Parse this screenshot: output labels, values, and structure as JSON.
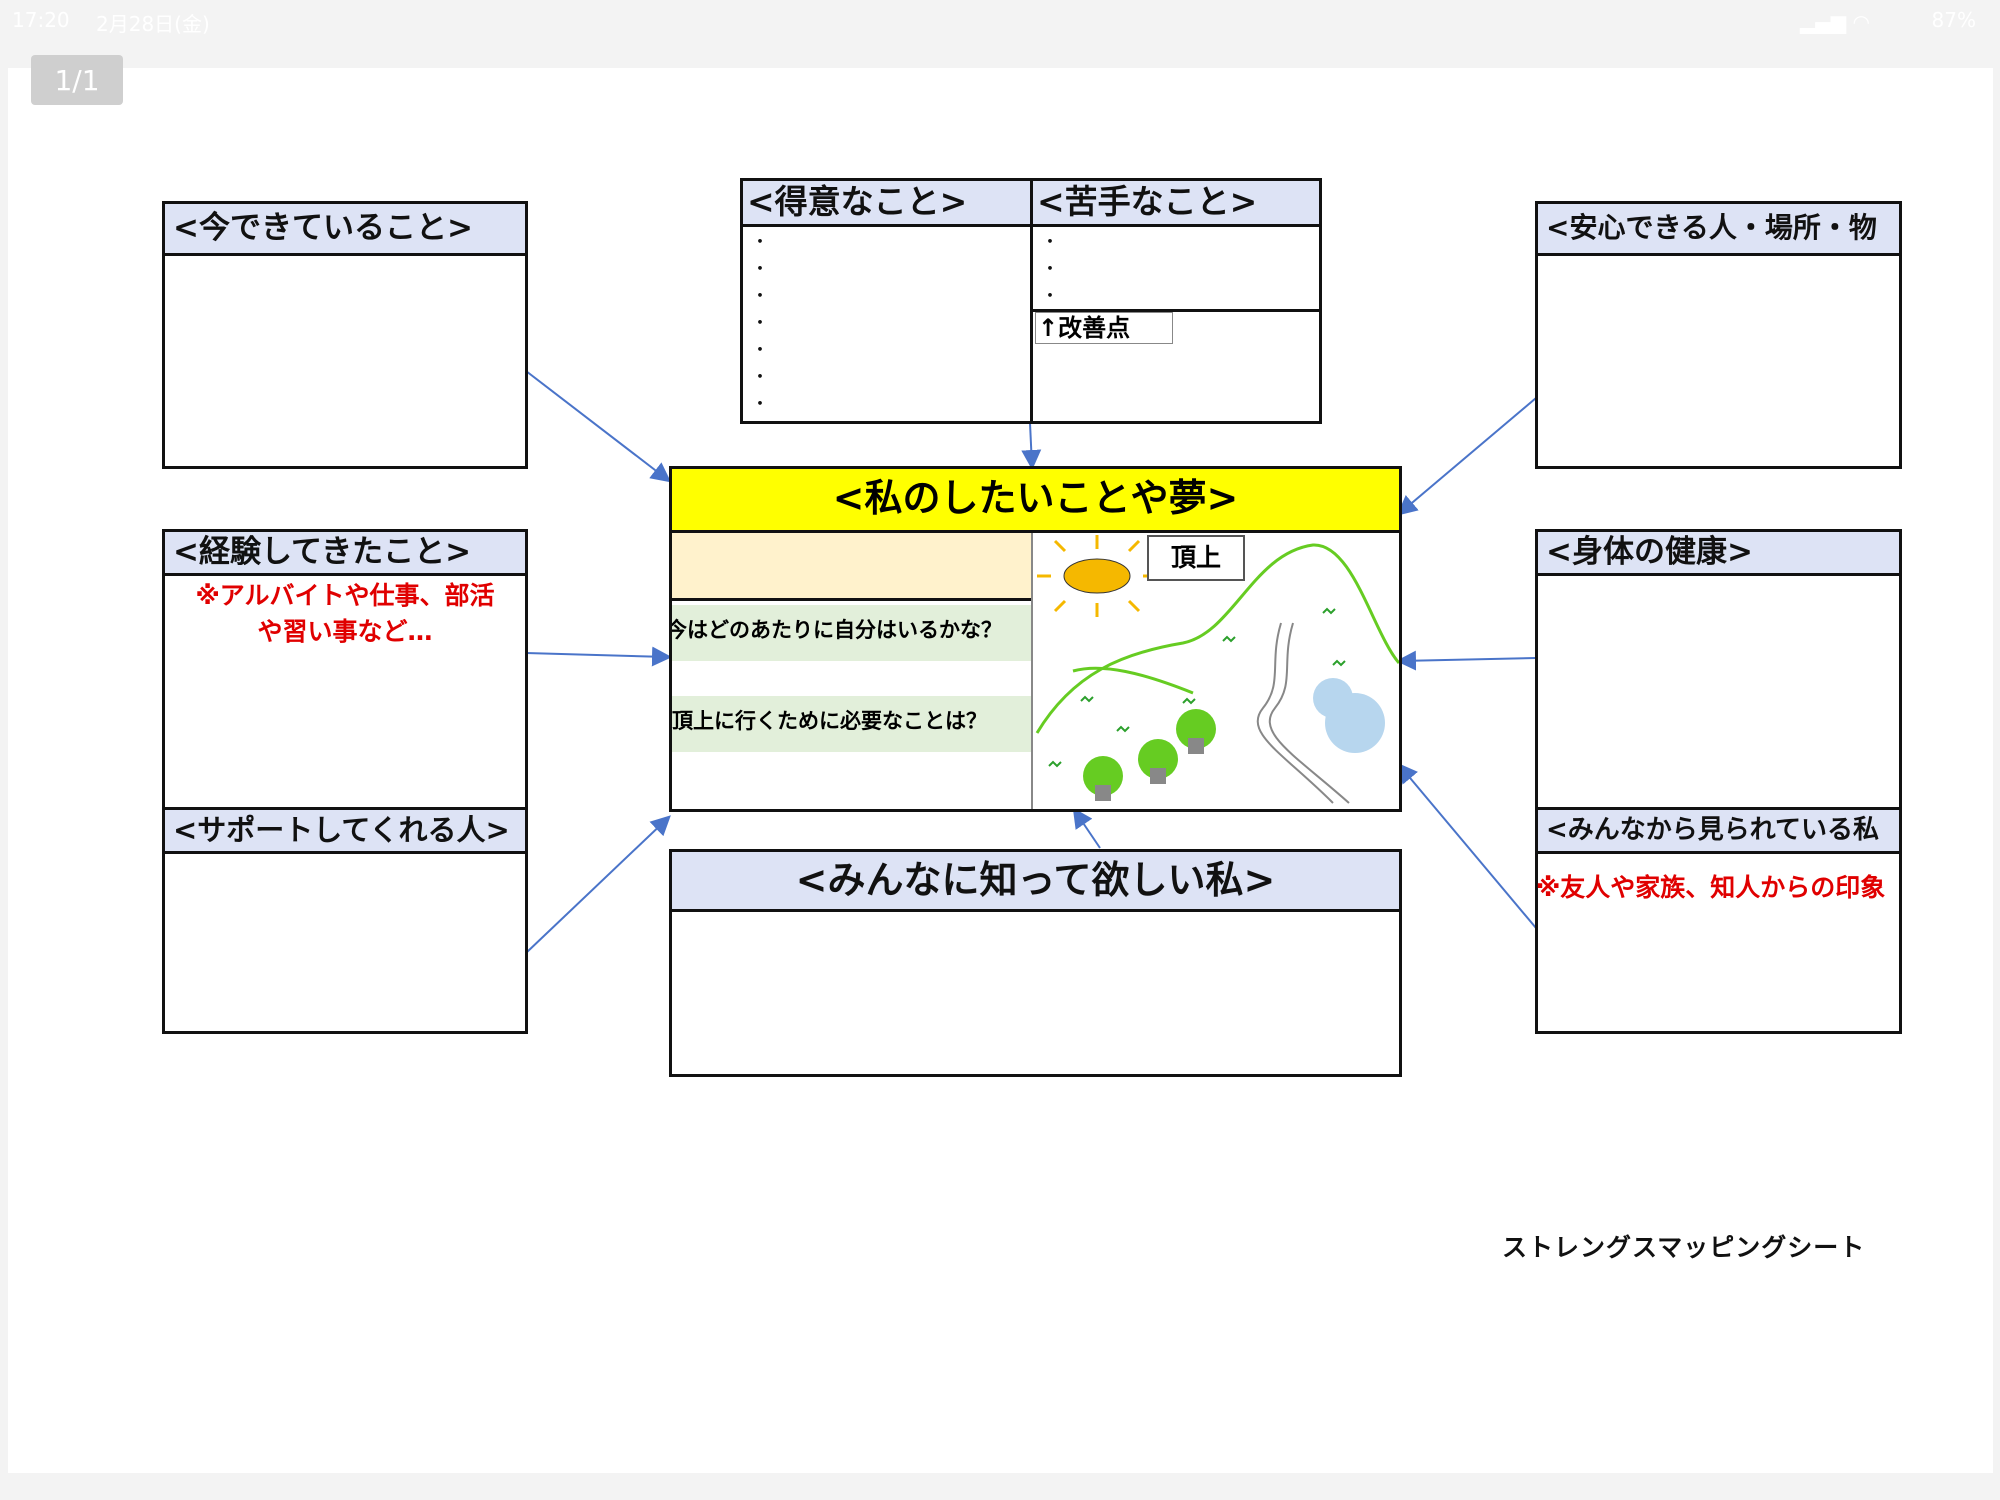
{
  "status_bar": {
    "time": "17:20",
    "date": "2月28日(金)",
    "battery": "87%"
  },
  "page_indicator": "1/1",
  "boxes": {
    "can_do_now": {
      "title": "<今できていること>"
    },
    "experience": {
      "title": "<経験してきたこと>",
      "note_line1": "※アルバイトや仕事、部活",
      "note_line2": "や習い事など…"
    },
    "supporters": {
      "title": "<サポートしてくれる人>"
    },
    "strengths": {
      "title": "<得意なこと>",
      "bullets": "・\n・\n・\n・\n・\n・\n・"
    },
    "weaknesses": {
      "title": "<苦手なこと>",
      "bullets": "・\n・\n・",
      "improvement_label": "↑改善点"
    },
    "safe_places": {
      "title": "<安心できる人・場所・物"
    },
    "health": {
      "title": "<身体の健康>"
    },
    "seen_by_others": {
      "title": "<みんなから見られている私",
      "note": "※友人や家族、知人からの印象"
    },
    "know_me": {
      "title": "<みんなに知って欲しい私>"
    },
    "dream": {
      "title": "<私のしたいことや夢>",
      "question1": "今はどのあたりに自分はいるかな？",
      "question2": "頂上に行くために必要なことは？",
      "summit_label": "頂上"
    }
  },
  "caption": "ストレングスマッピングシート",
  "colors": {
    "header_blue": "#dde3f5",
    "dream_yellow": "#ffff00",
    "peach": "#fff2cc",
    "question_green": "#e2efda",
    "arrow_blue": "#4a74c9",
    "note_red": "#e00000",
    "hill_green": "#66cc22",
    "sun": "#f5b800"
  }
}
